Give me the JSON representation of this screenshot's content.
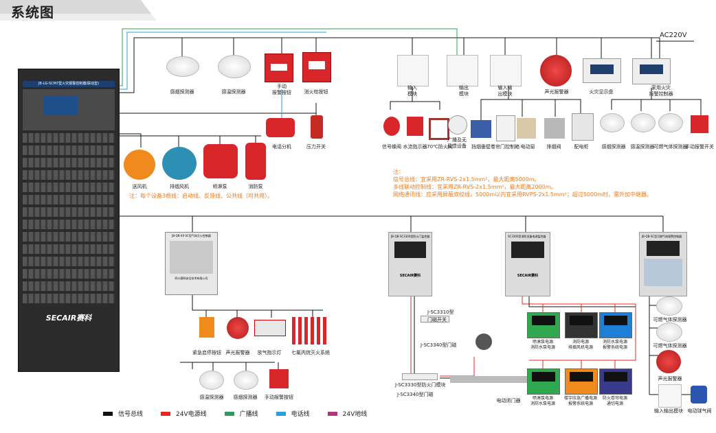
{
  "title": "系统图",
  "power": "AC220V",
  "cabinet": {
    "header": "JB-LG-SCM7型火灾报警控制器(联动型)",
    "brand": "SECAIR赛科"
  },
  "top_devices": [
    {
      "name": "smoke-detector",
      "label": "感烟探测器"
    },
    {
      "name": "heat-detector",
      "label": "感温探测器"
    },
    {
      "name": "manual-alarm-button",
      "label": "手动\n报警按钮"
    },
    {
      "name": "hydrant-button",
      "label": "消火栓按钮"
    },
    {
      "name": "input-module",
      "label": "输入\n模块"
    },
    {
      "name": "output-module",
      "label": "输出\n模块"
    },
    {
      "name": "io-module",
      "label": "输入输\n出模块"
    },
    {
      "name": "sound-light-alarm",
      "label": "声光报警器"
    },
    {
      "name": "fire-display",
      "label": "火灾显示盘"
    },
    {
      "name": "household-controller",
      "label": "家用火灾\n报警控制器"
    }
  ],
  "row2_devices": [
    {
      "name": "phone-extension",
      "label": "电话分机"
    },
    {
      "name": "pressure-switch",
      "label": "压力开关"
    },
    {
      "name": "signal-valve",
      "label": "信号蝶阀"
    },
    {
      "name": "water-flow",
      "label": "水流指示器"
    },
    {
      "name": "damper-70",
      "label": "70℃防火阀"
    },
    {
      "name": "broadcast",
      "label": "广播及无\n反馈设备"
    },
    {
      "name": "shutter",
      "label": "挡烟垂壁"
    },
    {
      "name": "roller-door",
      "label": "卷帘门控制箱"
    },
    {
      "name": "elevator",
      "label": "电动窗"
    },
    {
      "name": "exhaust-valve",
      "label": "排烟阀"
    },
    {
      "name": "distribution-box",
      "label": "配电柜"
    },
    {
      "name": "h-smoke",
      "label": "感烟探测器"
    },
    {
      "name": "h-heat",
      "label": "感温探测器"
    },
    {
      "name": "gas-detector",
      "label": "可燃气体探测器"
    },
    {
      "name": "manual-switch",
      "label": "手动报警开关"
    }
  ],
  "fans": [
    {
      "name": "supply-fan",
      "label": "送风机"
    },
    {
      "name": "exhaust-fan",
      "label": "排烟风机"
    },
    {
      "name": "spray-pump",
      "label": "喷淋泵"
    },
    {
      "name": "hydrant-pump",
      "label": "消防泵"
    }
  ],
  "fan_note": "注：每个设备3根线：启动线、反馈线、公共线（可共用）。",
  "wiring_notes": [
    "注：",
    "信号总线：宜采用ZR-RVS-2x1.5mm²，最大距离5000m。",
    "多线联动控制线：宜采用ZR-RVS-2x1.5mm²，最大距离2000m。",
    "网络通讯线：应采用屏蔽双绞线，5000m以内宜采用RVPS-2x1.5mm²；超过5000m时，需外加中继器。"
  ],
  "gas_panel": {
    "header": "JB-QB-XX-SC型气体灭火控制器",
    "footer": "四川赛科安全技术有限公司",
    "devices": [
      {
        "name": "emergency-stop",
        "label": "紧急启停按钮"
      },
      {
        "name": "gas-alarm",
        "label": "声光报警器"
      },
      {
        "name": "gas-spray-light",
        "label": "放气指示灯"
      },
      {
        "name": "heptafluoro",
        "label": "七氟丙烷灭火系统"
      }
    ],
    "bottom": [
      {
        "name": "g-heat",
        "label": "感温探测器"
      },
      {
        "name": "g-smoke",
        "label": "感烟探测器"
      },
      {
        "name": "g-manual",
        "label": "手动报警按钮"
      }
    ]
  },
  "door_panel": {
    "header": "JB-QB-SC3300型防火门监控器",
    "brand": "SECAIR赛科",
    "items": [
      "J-SC3310型\n门磁开关",
      "J-SC3340型门磁",
      "J-SC3330型防火门模块",
      "J-SC3340型门磁"
    ],
    "closer": "电动闭门器"
  },
  "power_panel": {
    "header": "SC3300型消防设备电源监控器",
    "brand": "SECAIR赛科",
    "modules": [
      {
        "label": "喷淋泵电源\n消防水泵电源",
        "color": "#2fa84f"
      },
      {
        "label": "消防电源\n排烟风机电源",
        "color": "#333333"
      },
      {
        "label": "消防水泵电源\n报警系统电源",
        "color": "#1d7fd6"
      },
      {
        "label": "喷淋泵电源\n消防水泵电源",
        "color": "#2fa84f"
      },
      {
        "label": "楼宇应急广播电源\n报警系统电源",
        "color": "#f08a1d"
      },
      {
        "label": "防火卷帘电源\n通切电源",
        "color": "#3a3a8a"
      }
    ]
  },
  "gas_detect_panel": {
    "header": "JB-QB-SC型可燃气体报警控制器",
    "devices": [
      {
        "name": "gd1",
        "label": "可燃气体探测器"
      },
      {
        "name": "gd2",
        "label": "可燃气体探测器"
      },
      {
        "name": "gd-alarm",
        "label": "声光报警器"
      },
      {
        "name": "gd-output",
        "label": "输入输出模块"
      },
      {
        "name": "gd-valve",
        "label": "电动球气阀"
      }
    ]
  },
  "legend": [
    {
      "label": "信号总线",
      "color": "#111111"
    },
    {
      "label": "24V电源线",
      "color": "#e8281c"
    },
    {
      "label": "广播线",
      "color": "#2e9c5c"
    },
    {
      "label": "电话线",
      "color": "#2aa0d8"
    },
    {
      "label": "24V地线",
      "color": "#b0387a"
    }
  ]
}
